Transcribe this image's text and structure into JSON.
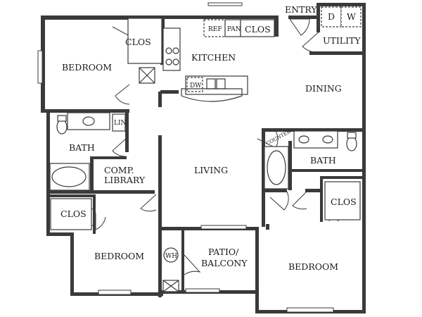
{
  "rooms": {
    "entry": "ENTRY",
    "utility": "UTILITY",
    "utility_d": "D",
    "utility_w": "W",
    "kitchen": "KITCHEN",
    "ref": "REF",
    "pan": "PAN",
    "kitchen_clos": "CLOS",
    "dw": "DW",
    "dining": "DINING",
    "bedroom_top_left": "BEDROOM",
    "clos_top_left": "CLOS",
    "lin": "LIN",
    "bath_left": "BATH",
    "comp_library_line1": "COMP.",
    "comp_library_line2": "LIBRARY",
    "living": "LIVING",
    "counter": "COUNTER",
    "bath_right": "BATH",
    "clos_right": "CLOS",
    "clos_bottom_left": "CLOS",
    "bedroom_bottom_left": "BEDROOM",
    "wh": "WH",
    "patio_line1": "PATIO/",
    "patio_line2": "BALCONY",
    "bedroom_bottom_right": "BEDROOM"
  }
}
